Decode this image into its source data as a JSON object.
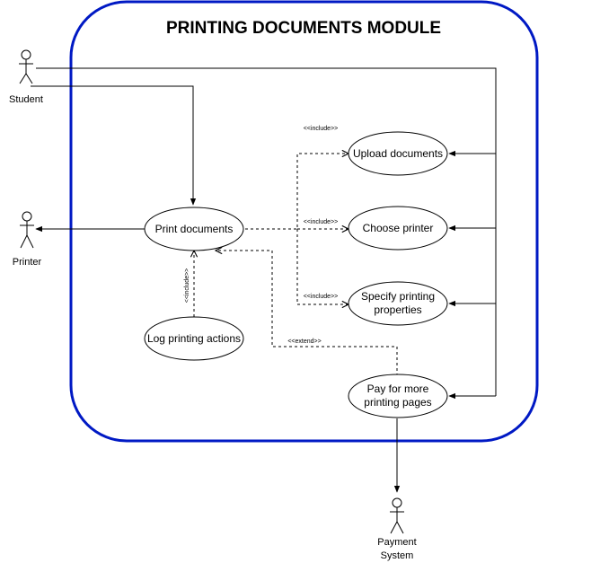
{
  "title": "PRINTING DOCUMENTS MODULE",
  "colors": {
    "boundary": "#0019c4",
    "line": "#000000",
    "background": "#ffffff"
  },
  "actors": {
    "student": "Student",
    "printer": "Printer",
    "payment_line1": "Payment",
    "payment_line2": "System"
  },
  "usecases": {
    "print": "Print documents",
    "upload": "Upload documents",
    "choose": "Choose printer",
    "specify_line1": "Specify printing",
    "specify_line2": "properties",
    "log": "Log printing actions",
    "pay_line1": "Pay for more",
    "pay_line2": "printing pages"
  },
  "relations": {
    "include_upload": "<<include>>",
    "include_choose": "<<include>>",
    "include_specify": "<<include>>",
    "include_log": "<<include>>",
    "extend_pay": "<<extend>>"
  }
}
